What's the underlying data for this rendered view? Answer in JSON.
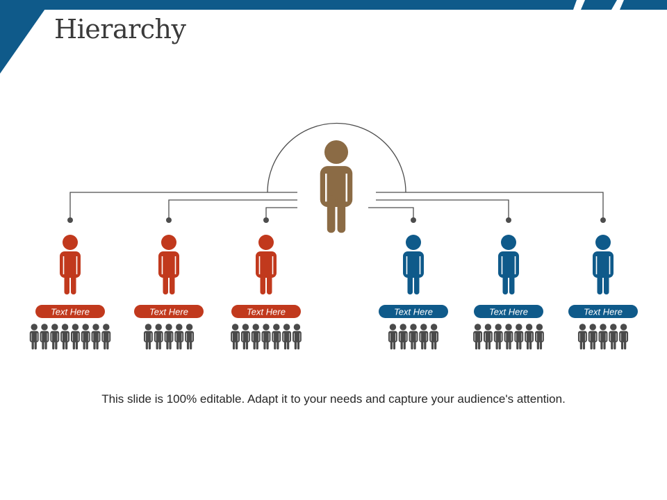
{
  "title": "Hierarchy",
  "footer": "This slide is 100% editable. Adapt it to your needs and capture your audience's attention.",
  "colors": {
    "accent_blue": "#0f5a8a",
    "head": "#8b6b45",
    "red": "#c1391d",
    "group": "#4a4a4a",
    "line": "#4d4d4d"
  },
  "hierarchy": {
    "head": {
      "icon": "person-icon"
    },
    "members": [
      {
        "label": "Text Here",
        "color": "red",
        "group_size": 8
      },
      {
        "label": "Text Here",
        "color": "red",
        "group_size": 5
      },
      {
        "label": "Text Here",
        "color": "red",
        "group_size": 7
      },
      {
        "label": "Text Here",
        "color": "blue",
        "group_size": 5
      },
      {
        "label": "Text Here",
        "color": "blue",
        "group_size": 7
      },
      {
        "label": "Text Here",
        "color": "blue",
        "group_size": 5
      }
    ]
  }
}
